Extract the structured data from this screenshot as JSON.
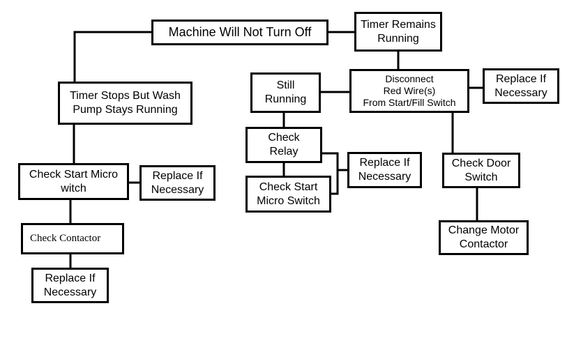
{
  "flowchart": {
    "nodes": {
      "machine_not_off": "Machine Will Not Turn Off",
      "timer_remains": "Timer Remains\nRunning",
      "timer_stops": "Timer Stops But Wash\nPump Stays Running",
      "still_running": "Still\nRunning",
      "disconnect_red": "Disconnect\nRed Wire(s)\nFrom Start/Fill Switch",
      "replace_right": "Replace If\nNecessary",
      "check_relay": "Check\nRelay",
      "replace_mid": "Replace If\nNecessary",
      "check_start_micro_right": "Check Start\nMicro Switch",
      "check_door": "Check Door\nSwitch",
      "change_motor": "Change Motor\nContactor",
      "check_start_micro_left": "Check Start Micro\nwitch",
      "replace_left": "Replace If\nNecessary",
      "check_contactor": "Check Contactor",
      "replace_bottom": "Replace If\nNecessary"
    }
  }
}
